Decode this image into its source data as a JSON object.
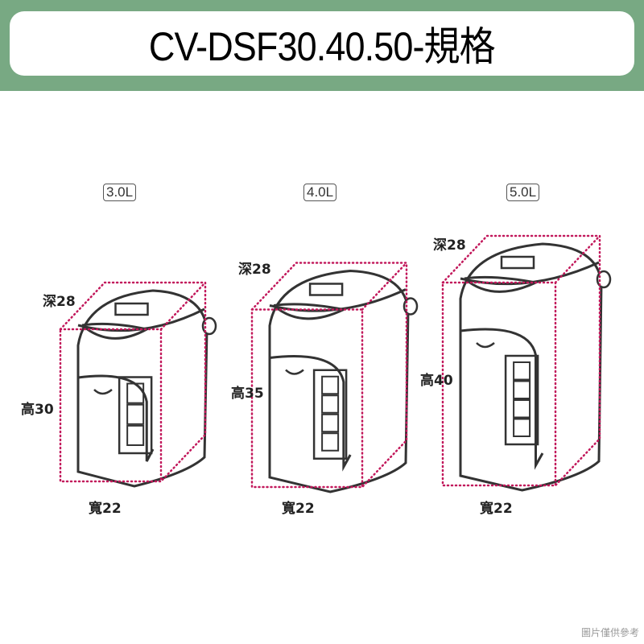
{
  "title": "CV-DSF30.40.50-規格",
  "units": [
    {
      "capacity": "3.0L",
      "depth": "深28",
      "height": "高30",
      "width": "寬22",
      "height_cm": 30
    },
    {
      "capacity": "4.0L",
      "depth": "深28",
      "height": "高35",
      "width": "寬22",
      "height_cm": 35
    },
    {
      "capacity": "5.0L",
      "depth": "深28",
      "height": "高40",
      "width": "寬22",
      "height_cm": 40
    }
  ],
  "watermark": "圖片僅供參考",
  "colors": {
    "banner": "#78a983",
    "dimension_line": "#c2185b",
    "outline": "#333333"
  }
}
